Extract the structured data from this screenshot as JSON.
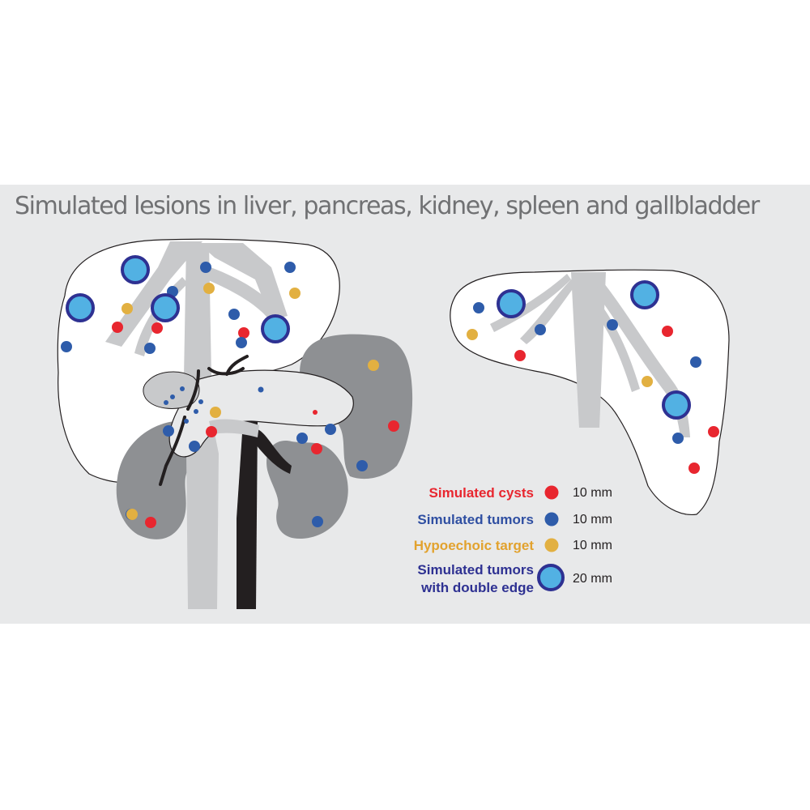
{
  "title": "Simulated lesions in liver, pancreas, kidney, spleen and gallbladder",
  "legend": [
    {
      "lines": [
        "Simulated cysts"
      ],
      "size": "10 mm",
      "color": "#e8262f",
      "marker": "red-dot-icon"
    },
    {
      "lines": [
        "Simulated tumors"
      ],
      "size": "10 mm",
      "color": "#2f4fa2",
      "marker": "blue-dot-icon"
    },
    {
      "lines": [
        "Hypoechoic target"
      ],
      "size": "10 mm",
      "color": "#e2b041",
      "marker": "yellow-dot-icon"
    },
    {
      "lines": [
        "Simulated tumors",
        "with double edge"
      ],
      "size": "20 mm",
      "color": "#2e3192",
      "marker": "double-edge-circle-icon"
    }
  ],
  "colors": {
    "panel": "#e8e9ea",
    "organ_white": "#ffffff",
    "vessel_gray": "#c8c9cb",
    "kidney_gray": "#8e9093",
    "spleen_gray": "#8e9093",
    "pancreas": "#e8e9ea",
    "cyst": "#e8262f",
    "tumor": "#2e5caa",
    "hypoechoic": "#e2b041",
    "double_edge_fill": "#52b1e3",
    "double_edge_ring": "#2e3192"
  }
}
